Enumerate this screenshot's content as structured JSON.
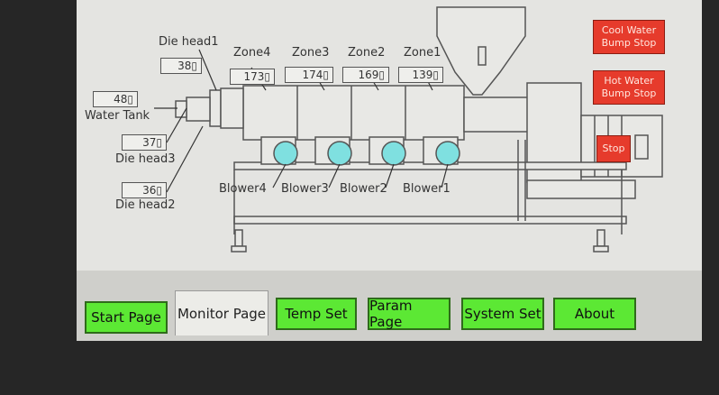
{
  "labels": {
    "die_head1": "Die head1",
    "zone4": "Zone4",
    "zone3": "Zone3",
    "zone2": "Zone2",
    "zone1": "Zone1",
    "water_tank": "Water Tank",
    "die_head3": "Die head3",
    "die_head2": "Die head2",
    "blower4": "Blower4",
    "blower3": "Blower3",
    "blower2": "Blower2",
    "blower1": "Blower1"
  },
  "values": {
    "die_head1": "38▯",
    "water_tank": "48▯",
    "die_head3": "37▯",
    "die_head2": "36▯",
    "zone4": "173▯",
    "zone3": "174▯",
    "zone2": "169▯",
    "zone1": "139▯"
  },
  "controls": {
    "cool_water_stop": "Cool Water\nBump Stop",
    "hot_water_stop": "Hot Water\nBump Stop",
    "motor_stop": "Stop"
  },
  "tabs": {
    "start_page": "Start Page",
    "monitor_page": "Monitor Page",
    "temp_set": "Temp Set",
    "param_page": "Param Page",
    "system_set": "System Set",
    "about": "About"
  },
  "colors": {
    "tab_green": "#5ce834",
    "stop_red": "#e63b2c",
    "blower_cyan": "#7fe0e0"
  }
}
